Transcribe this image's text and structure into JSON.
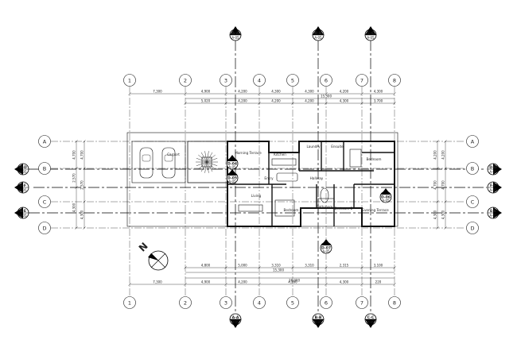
{
  "grid": {
    "columns": [
      "1",
      "2",
      "3",
      "4",
      "5",
      "6",
      "7",
      "8"
    ],
    "rows": [
      "A",
      "B",
      "C",
      "D"
    ]
  },
  "sections": {
    "top": [
      "A-A",
      "B-B",
      "C-C"
    ],
    "left": [
      "D-D",
      "F-F",
      "E-E"
    ],
    "right": [
      "D-D",
      "F-F",
      "E-E"
    ],
    "bottom": [
      "A-A",
      "B-B",
      "C-C"
    ]
  },
  "section_sheet": "A-05",
  "callouts": {
    "d04": "D-04",
    "d05": "D-05",
    "d06": "D-06",
    "d07": "D-07"
  },
  "dimensions": {
    "top_row1": [
      "7,300",
      "4,900",
      "4,200",
      "4,300",
      "4,300",
      "4,200",
      "4,300"
    ],
    "top_total": "15,300",
    "top_row2": [
      "5,020",
      "4,200",
      "4,200",
      "4,200",
      "4,300",
      "3,700"
    ],
    "bottom_row1": [
      "4,800",
      "5,000",
      "3,310",
      "3,310",
      "2,315",
      "3,100"
    ],
    "bottom_total": "15,300",
    "bottom_total2": "16,000",
    "bottom_row2": [
      "7,300",
      "4,900",
      "4,200",
      "4,200",
      "4,300",
      "220"
    ],
    "side_left": [
      "4,700",
      "2,570",
      "4,300"
    ],
    "side_right": [
      "4,200",
      "4,700",
      "4,300"
    ]
  },
  "rooms": {
    "carport": "Carport",
    "morning_terrace": "Morning Terrace",
    "kitchen": "Kitchen",
    "laundry": "Laundry",
    "ensuite": "Ensuite",
    "bedroom1": "Bedroom",
    "entry": "Entry",
    "hallway": "Hallway",
    "bathroom": "Bathroom",
    "living": "Living",
    "bedroom3": "Bedroom 3",
    "bedroom2": "Bedroom 2",
    "evening_terrace": "Evening Terrace"
  },
  "north_label": "N",
  "colors": {
    "line": "#1a1a1a",
    "grid": "#555555",
    "wall": "#111111",
    "accent": "#000000"
  }
}
